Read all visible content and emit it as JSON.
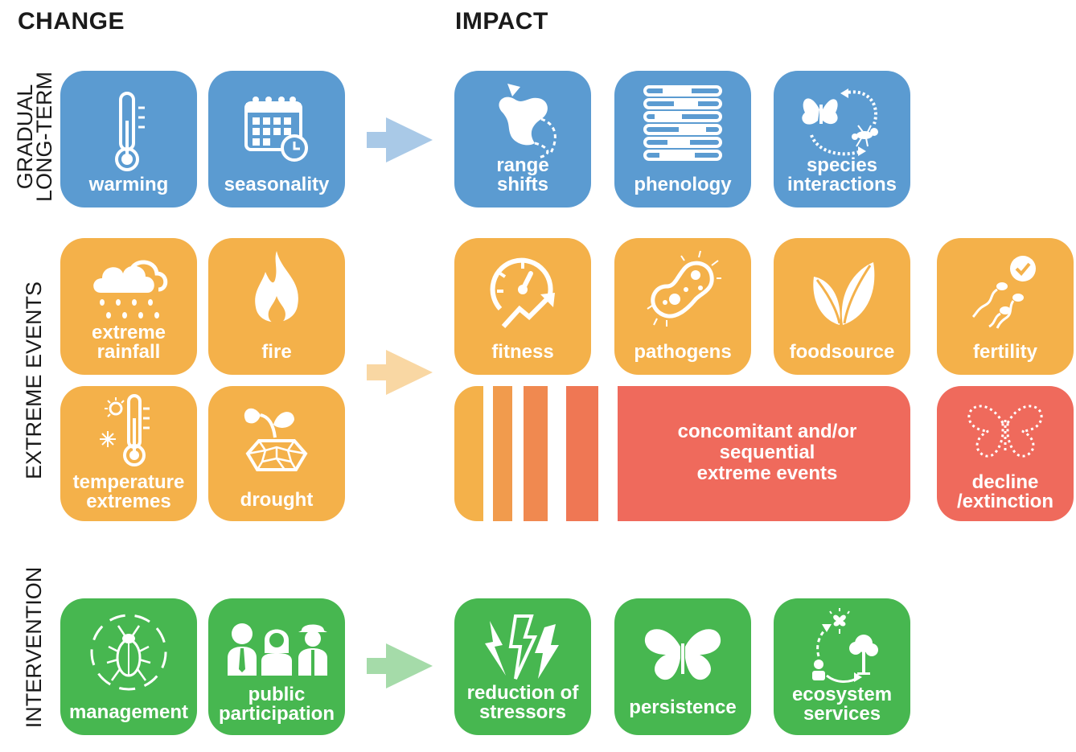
{
  "headers": {
    "change": "CHANGE",
    "impact": "IMPACT"
  },
  "rows": {
    "gradual": [
      "GRADUAL",
      "LONG-TERM"
    ],
    "extreme": "EXTREME EVENTS",
    "intervention": "INTERVENTION"
  },
  "tiles": {
    "warming": "warming",
    "seasonality": "seasonality",
    "range_shifts": [
      "range",
      "shifts"
    ],
    "phenology": "phenology",
    "species_interactions": [
      "species",
      "interactions"
    ],
    "extreme_rainfall": [
      "extreme",
      "rainfall"
    ],
    "fire": "fire",
    "temperature_extremes": [
      "temperature",
      "extremes"
    ],
    "drought": "drought",
    "fitness": "fitness",
    "pathogens": "pathogens",
    "foodsource": "foodsource",
    "fertility": "fertility",
    "concomitant": [
      "concomitant and/or",
      "sequential",
      "extreme events"
    ],
    "decline": [
      "decline",
      "/extinction"
    ],
    "management": "management",
    "public_participation": [
      "public",
      "participation"
    ],
    "reduction_of_stressors": [
      "reduction of",
      "stressors"
    ],
    "persistence": "persistence",
    "ecosystem_services": [
      "ecosystem",
      "services"
    ]
  },
  "colors": {
    "gradual": "#5b9bd1",
    "extreme": "#f4b14a",
    "combined": "#ef6a5c",
    "intervention": "#47b750"
  },
  "icons": {
    "warming": "thermometer-icon",
    "seasonality": "calendar-clock-icon",
    "range_shifts": "range-map-icon",
    "phenology": "phenology-bars-icon",
    "species_interactions": "butterfly-ant-cycle-icon",
    "extreme_rainfall": "rain-cloud-icon",
    "fire": "flame-icon",
    "temperature_extremes": "sun-snow-thermometer-icon",
    "drought": "sprout-cracked-earth-icon",
    "fitness": "speedometer-trend-icon",
    "pathogens": "bacterium-icon",
    "foodsource": "leaves-icon",
    "fertility": "sperm-check-icon",
    "decline": "dotted-butterfly-icon",
    "management": "beetle-target-icon",
    "public_participation": "people-group-icon",
    "reduction_of_stressors": "lightning-bolts-icon",
    "persistence": "butterfly-icon",
    "ecosystem_services": "ecosystem-cycle-icon"
  }
}
